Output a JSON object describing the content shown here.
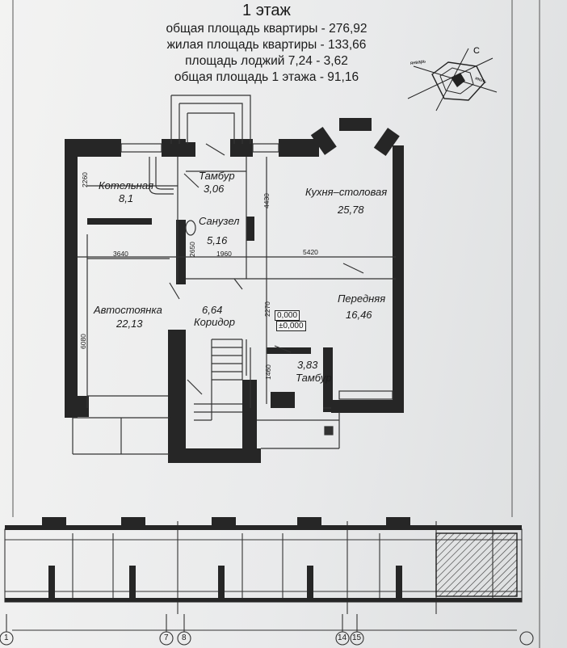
{
  "header": {
    "floor_title": "1 этаж",
    "stat_total_apartment_area": "общая площадь квартиры - 276,92",
    "stat_living_area": "жилая площадь квартиры - 133,66",
    "stat_loggia_area": "площадь лоджий  7,24 - 3,62",
    "stat_floor_area": "общая площадь 1 этажа - 91,16"
  },
  "compass": {
    "north_letter": "С",
    "month_label_1": "январь",
    "month_label_2": "июль"
  },
  "rooms": {
    "boiler": {
      "name": "Котельная",
      "area": "8,1"
    },
    "vestibule_top": {
      "name": "Тамбур",
      "area": "3,06"
    },
    "kitchen": {
      "name": "Кухня–столовая",
      "area": "25,78"
    },
    "bathroom": {
      "name": "Санузел",
      "area": "5,16"
    },
    "parking": {
      "name": "Автостоянка",
      "area": "22,13"
    },
    "corridor": {
      "name": "Коридор",
      "area": "6,64"
    },
    "hall": {
      "name": "Передняя",
      "area": "16,46"
    },
    "vestibule_bottom": {
      "name": "Тамбур",
      "area": "3,83"
    }
  },
  "dimensions": {
    "d2260": "2260",
    "d4430": "4430",
    "d2650": "2650",
    "d3640": "3640",
    "d1960": "1960",
    "d5420": "5420",
    "d2270": "2270",
    "d6080": "6080",
    "d1460": "1460"
  },
  "levels": {
    "level_top": "0,000",
    "level_bottom": "±0,000"
  },
  "axes": {
    "a1": "1",
    "a7": "7",
    "a8": "8",
    "a14": "14",
    "a15": "15"
  },
  "colors": {
    "wall": "#262626",
    "line": "#333333",
    "paper": "#ecedee"
  }
}
